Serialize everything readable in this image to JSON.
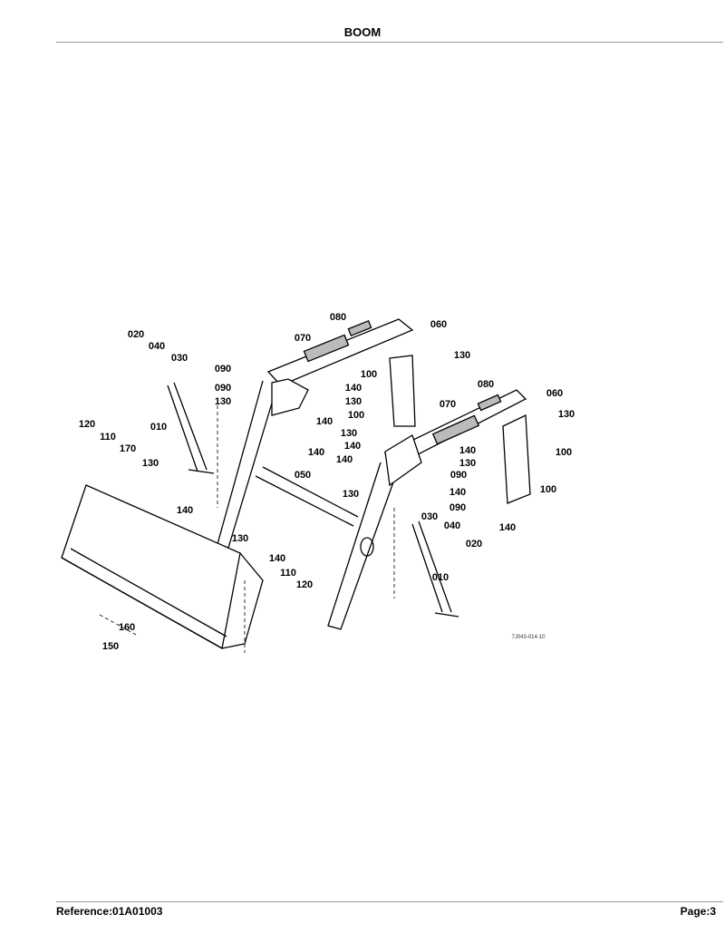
{
  "header": {
    "title": "BOOM"
  },
  "diagram": {
    "figure_code": "7J043-014-10",
    "callouts": [
      "020",
      "040",
      "030",
      "090",
      "090",
      "130",
      "070",
      "080",
      "060",
      "130",
      "100",
      "140",
      "130",
      "100",
      "130",
      "140",
      "140",
      "140",
      "140",
      "130",
      "080",
      "070",
      "060",
      "130",
      "140",
      "130",
      "100",
      "090",
      "140",
      "090",
      "100",
      "140",
      "030",
      "040",
      "020",
      "010",
      "010",
      "120",
      "110",
      "170",
      "130",
      "140",
      "050",
      "130",
      "140",
      "110",
      "120",
      "160",
      "150"
    ]
  },
  "footer": {
    "reference": "Reference:01A01003",
    "page": "Page:3"
  }
}
